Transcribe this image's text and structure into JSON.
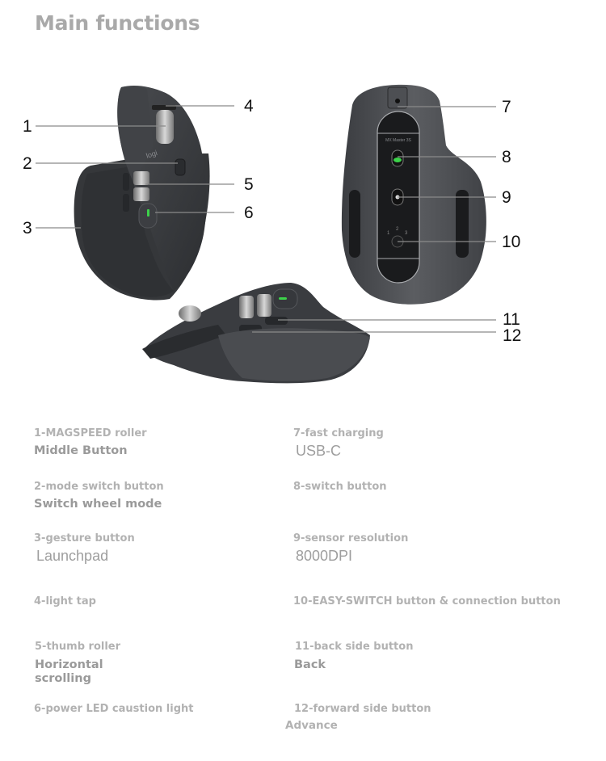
{
  "header": {
    "title": "Main functions"
  },
  "callouts": [
    "1",
    "2",
    "3",
    "4",
    "5",
    "6",
    "7",
    "8",
    "9",
    "10",
    "11",
    "12"
  ],
  "mouse": {
    "logo_text": "logi",
    "model_text": "MX Master 3S",
    "led_color": "#3cd24a",
    "body_color": "#3a3c40"
  },
  "specs": [
    {
      "label": "1-MAGSPEED roller",
      "value": "Middle Button",
      "style": "bold"
    },
    {
      "label": "2-mode switch button",
      "value": "Switch wheel mode",
      "style": "bold"
    },
    {
      "label": "3-gesture button",
      "value": "Launchpad",
      "style": "light"
    },
    {
      "label": "4-light tap",
      "value": "",
      "style": "none"
    },
    {
      "label": "5-thumb roller",
      "value": "Horizontal scrolling",
      "style": "bold"
    },
    {
      "label": "6-power LED caustion light",
      "value": "",
      "style": "none"
    },
    {
      "label": "7-fast charging",
      "value": "USB-C",
      "style": "light"
    },
    {
      "label": "8-switch button",
      "value": "",
      "style": "none"
    },
    {
      "label": "9-sensor resolution",
      "value": "8000DPI",
      "style": "light"
    },
    {
      "label": "10-EASY-SWITCH button & connection button",
      "value": "",
      "style": "none"
    },
    {
      "label": "11-back side button",
      "value": "Back",
      "style": "bold"
    },
    {
      "label": "12-forward side button",
      "value": "Advance",
      "style": "bold"
    }
  ]
}
